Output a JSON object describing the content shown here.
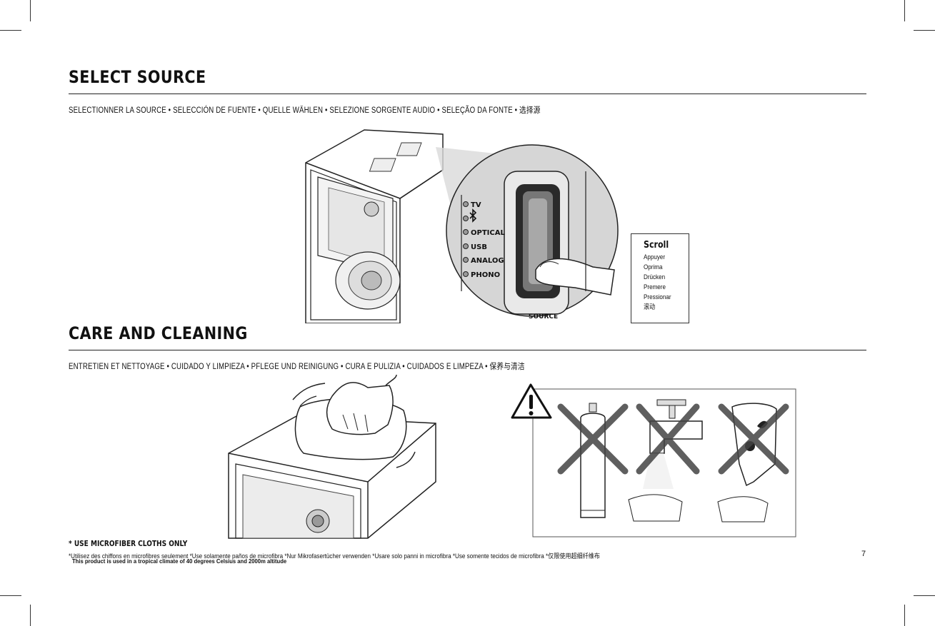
{
  "select_source": {
    "heading": "SELECT SOURCE",
    "translations": "SELECTIONNER LA SOURCE  •  SELECCIÓN DE FUENTE  •  QUELLE WÄHLEN  •  SELEZIONE SORGENTE AUDIO  •  SELEÇÃO DA FONTE  •  选择源",
    "source_list": [
      "TV",
      "OPTICAL",
      "USB",
      "ANALOG",
      "PHONO"
    ],
    "knob_label": "SOURCE",
    "scroll_box": {
      "title": "Scroll",
      "items": [
        "Appuyer",
        "Oprima",
        "Drücken",
        "Premere",
        "Pressionar",
        "滚动"
      ]
    }
  },
  "care": {
    "heading": "CARE AND CLEANING",
    "translations": "ENTRETIEN ET NETTOYAGE • CUIDADO Y LIMPIEZA • PFLEGE UND REINIGUNG • CURA E PULIZIA • CUIDADOS E LIMPEZA • 保养与清洁",
    "microfiber_note": "* USE MICROFIBER CLOTHS ONLY",
    "microfiber_translations": "*Utilisez des chiffons en microfibres seulement      *Use solamente paños de microfibra      *Nur Mikrofasertücher verwenden      *Usare solo panni in microfibra      *Use somente tecidos de microfibra    *仅限使用超细纤维布",
    "climate_note": "This product is used in a tropical climate of 40 degrees Celsius and 2000m altitude"
  },
  "page_number": "7"
}
